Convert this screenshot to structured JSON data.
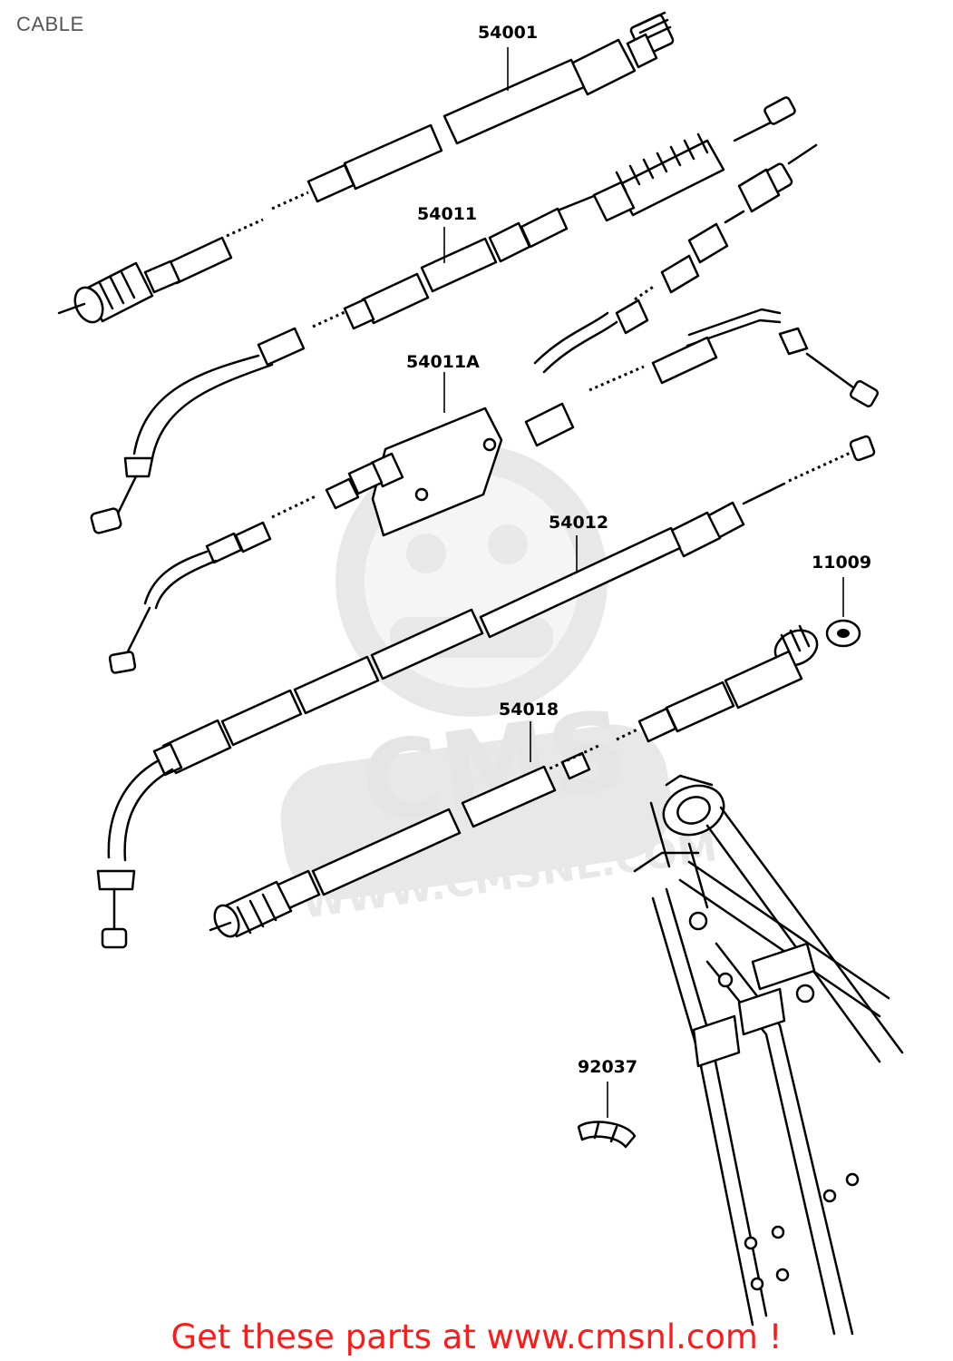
{
  "page": {
    "title": "CABLE",
    "cta": "Get these parts at www.cmsnl.com !"
  },
  "watermark": {
    "brand": "CMS",
    "url": "WWW.CMSNL.COM"
  },
  "parts": [
    {
      "number": "54001"
    },
    {
      "number": "54011"
    },
    {
      "number": "54011A"
    },
    {
      "number": "54012"
    },
    {
      "number": "11009"
    },
    {
      "number": "54018"
    },
    {
      "number": "92037"
    }
  ],
  "colors": {
    "cta": "#ff1a1a",
    "title": "#555555",
    "watermark": "#e6e6e6"
  }
}
